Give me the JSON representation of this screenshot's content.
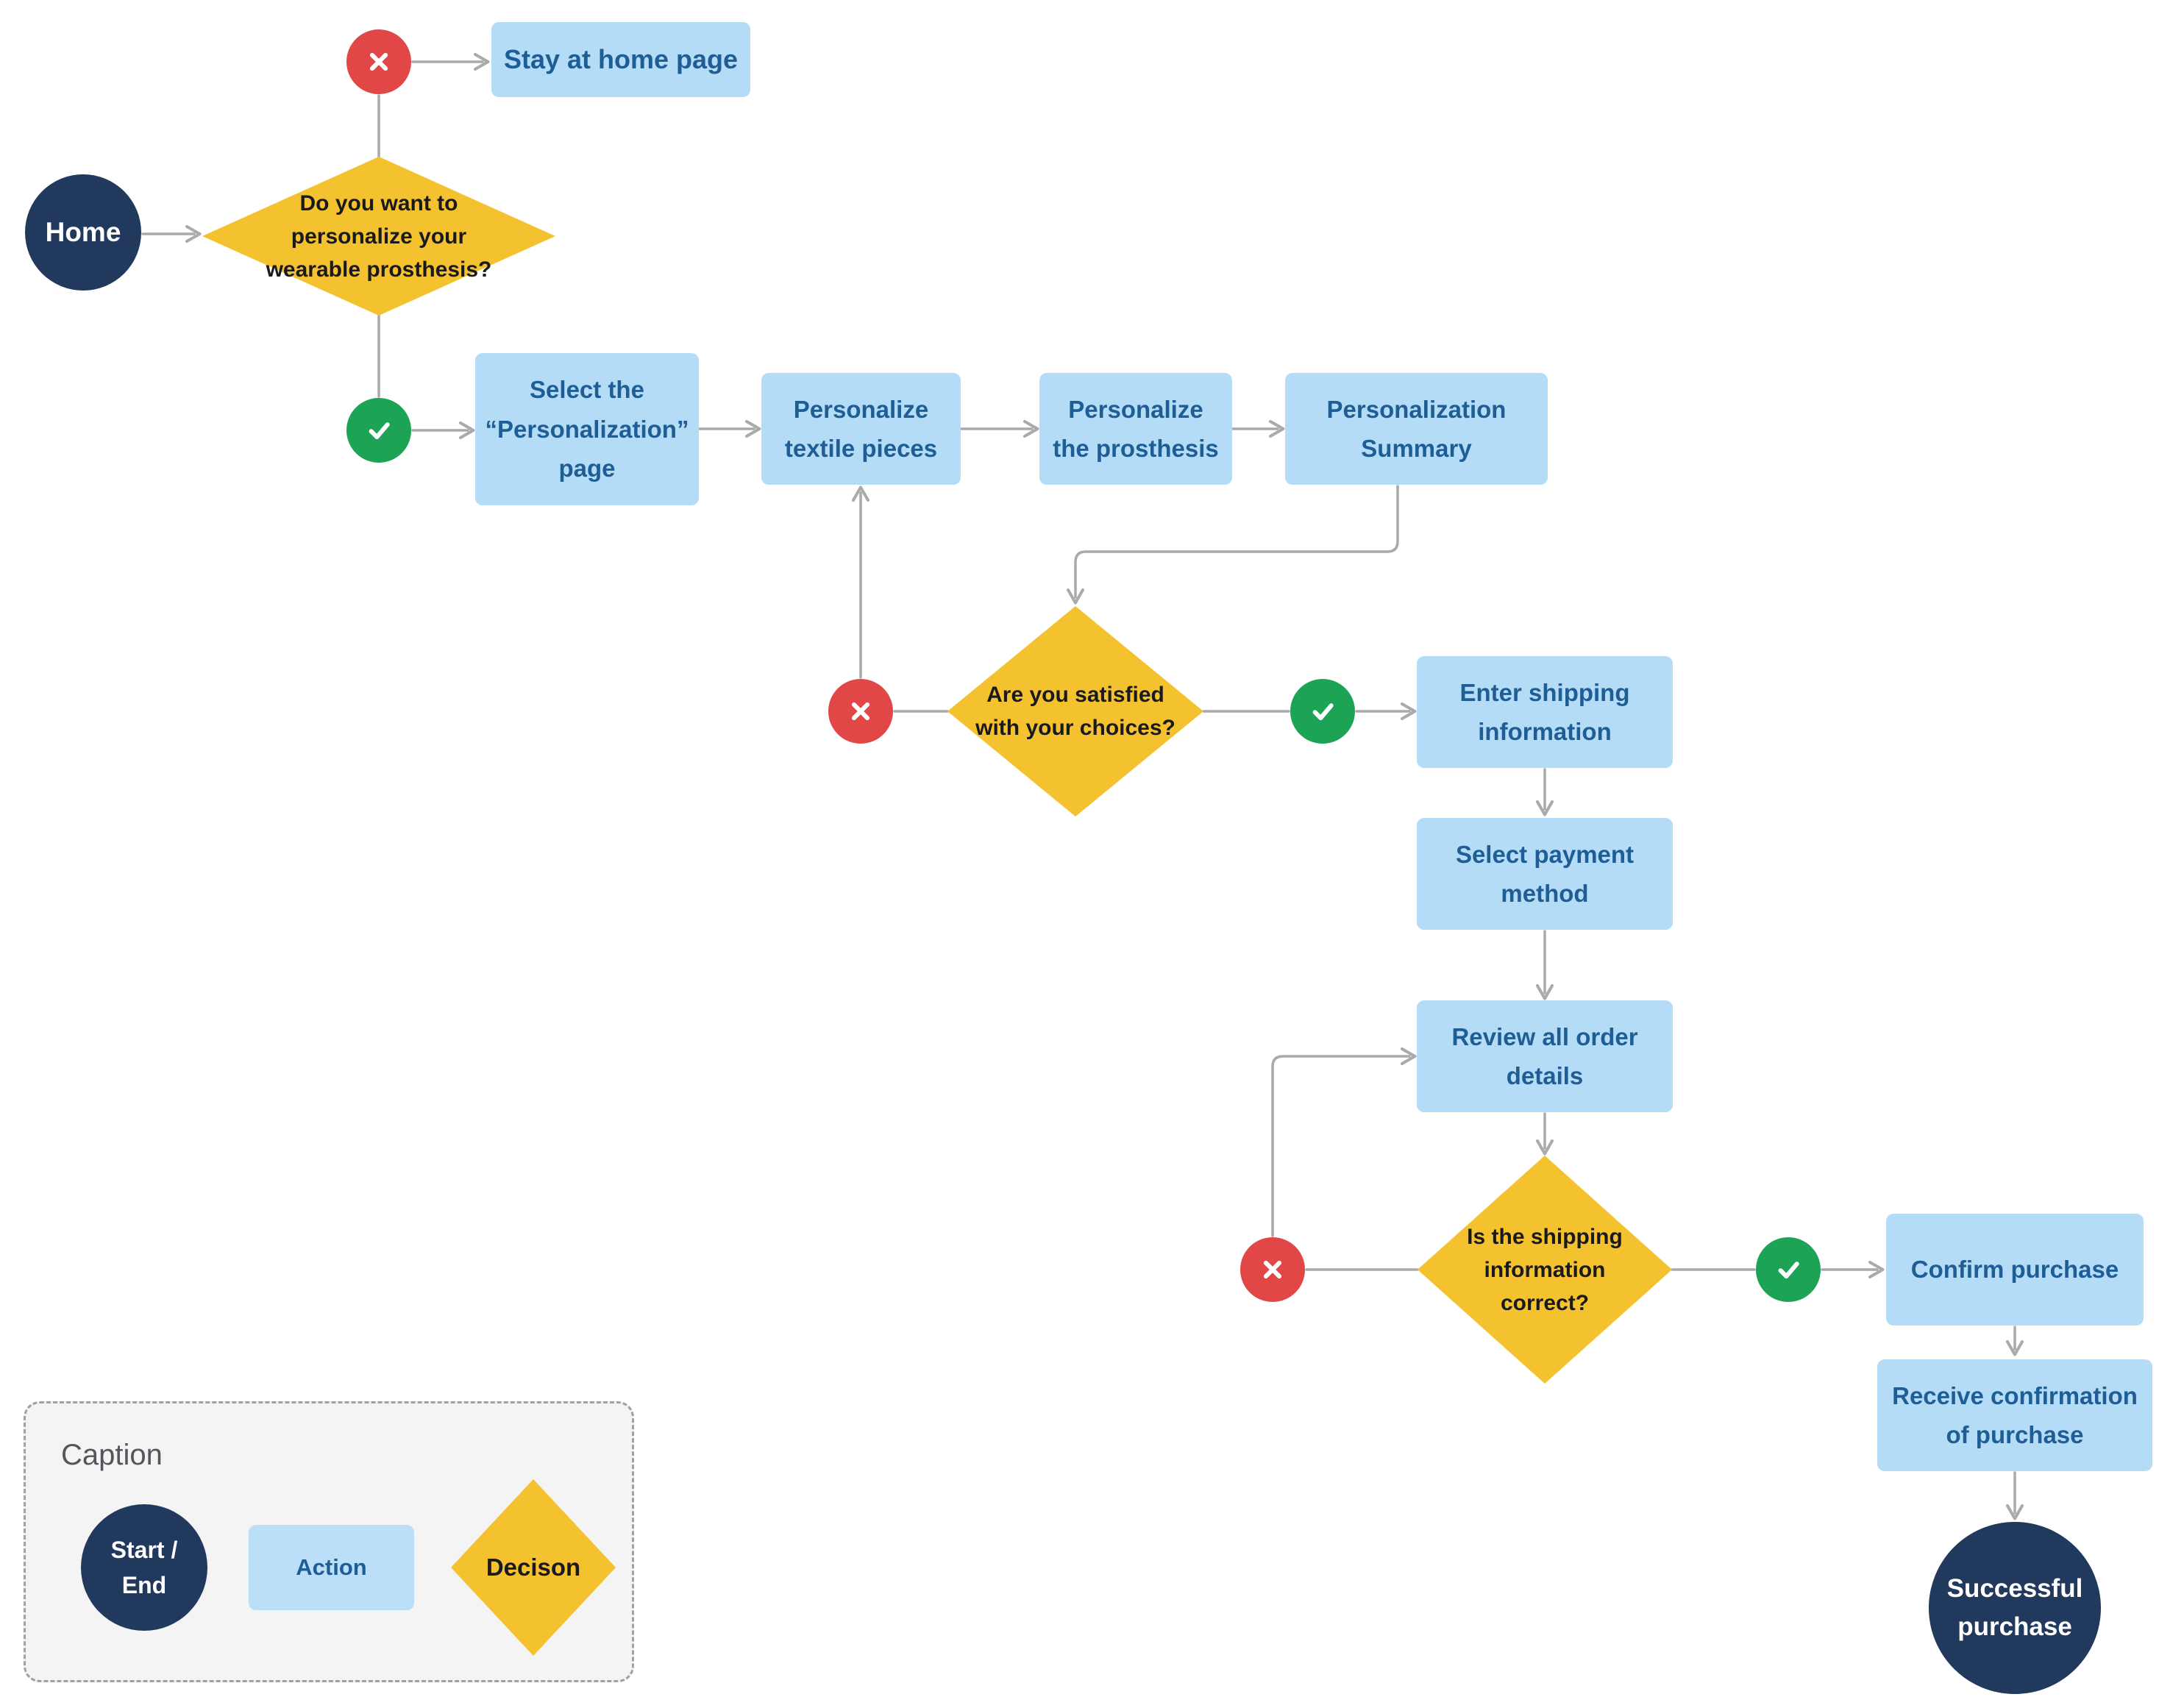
{
  "diagram": {
    "title_hint": "Wearable prosthesis purchase flowchart",
    "nodes": {
      "home": {
        "type": "start_end",
        "lines": [
          "Home"
        ]
      },
      "decision_personalize": {
        "type": "decision",
        "lines": [
          "Do you want to",
          "personalize your",
          "wearable prosthesis?"
        ]
      },
      "stay_home": {
        "type": "action",
        "lines": [
          "Stay at home page"
        ]
      },
      "select_personalization_page": {
        "type": "action",
        "lines": [
          "Select the",
          "“Personalization”",
          "page"
        ]
      },
      "personalize_textile": {
        "type": "action",
        "lines": [
          "Personalize",
          "textile pieces"
        ]
      },
      "personalize_prosthesis": {
        "type": "action",
        "lines": [
          "Personalize",
          "the prosthesis"
        ]
      },
      "personalization_summary": {
        "type": "action",
        "lines": [
          "Personalization",
          "Summary"
        ]
      },
      "decision_satisfied": {
        "type": "decision",
        "lines": [
          "Are you satisfied",
          "with your choices?"
        ]
      },
      "enter_shipping": {
        "type": "action",
        "lines": [
          "Enter shipping",
          "information"
        ]
      },
      "select_payment": {
        "type": "action",
        "lines": [
          "Select payment",
          "method"
        ]
      },
      "review_order": {
        "type": "action",
        "lines": [
          "Review all order",
          "details"
        ]
      },
      "decision_shipping_correct": {
        "type": "decision",
        "lines": [
          "Is the shipping",
          "information",
          "correct?"
        ]
      },
      "confirm_purchase": {
        "type": "action",
        "lines": [
          "Confirm purchase"
        ]
      },
      "receive_confirmation": {
        "type": "action",
        "lines": [
          "Receive confirmation",
          "of purchase"
        ]
      },
      "successful_purchase": {
        "type": "start_end",
        "lines": [
          "Successful",
          "purchase"
        ]
      }
    },
    "legend": {
      "title": "Caption",
      "start_end_label_lines": [
        "Start /",
        "End"
      ],
      "action_label": "Action",
      "decision_label": "Decison"
    },
    "colors": {
      "start_end_navy": "#21395D",
      "action_blue": "#B5DCF7",
      "action_text_blue": "#1E5E95",
      "decision_yellow": "#F5C22F",
      "decision_text": "#1A1A1C",
      "reject_red": "#E24748",
      "accept_green": "#1DA356",
      "connector_gray": "#A9AAAB",
      "legend_background": "#F4F4F5"
    }
  }
}
